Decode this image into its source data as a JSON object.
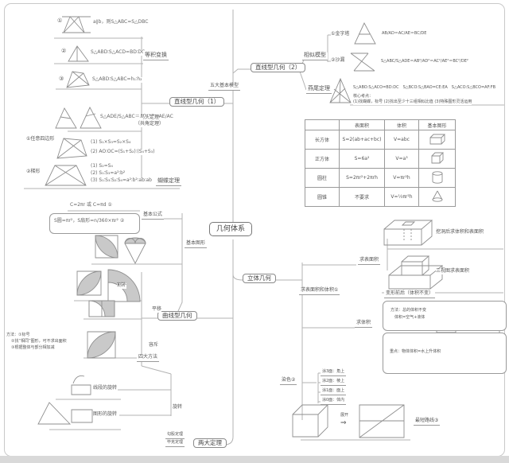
{
  "colors": {
    "line": "#b3b3b3",
    "sketch": "#8f8f8f",
    "shade": "#c9c9c9",
    "strip": "#d9d9d9",
    "text": "#555555"
  },
  "center": {
    "label": "几何体系"
  },
  "trunk": {
    "five_models": "五大基本模型"
  },
  "line1": {
    "node": "直线型几何（1）",
    "equal_area": {
      "label": "等积变换",
      "items": [
        {
          "no": "①",
          "formula": "a∥b，则S△ABC=S△DBC"
        },
        {
          "no": "②",
          "formula": "S△ABD∶S△ACD=BD∶DC"
        },
        {
          "no": "③",
          "formula": "S△ABD∶S△ABC=h₁∶h₂"
        }
      ]
    },
    "birdhead": {
      "label1": "鸟头定理",
      "label2": "（共角定理）",
      "formula": "S△ADE/S△ABC＝AD/AB×AE/AC"
    },
    "butterfly": {
      "label": "蝴蝶定理",
      "quad": {
        "label": "①任意四边形",
        "f1": "(1) S₁×S₃=S₂×S₄",
        "f2": "(2) AO∶OC=(S₁+S₂)∶(S₄+S₃)"
      },
      "trapezoid": {
        "label": "②梯形",
        "f1": "(1) S₂=S₄",
        "f2": "(2) S₁∶S₃=a²∶b²",
        "f3": "(3) S₁∶S₃∶S₂∶S₄=a²∶b²∶ab∶ab"
      }
    }
  },
  "line2": {
    "node": "直线型几何（2）",
    "similar": {
      "label": "相似模型",
      "pyramid": {
        "label": "①金字塔",
        "formula": "AB/AD＝AC/AE＝BC/DE"
      },
      "hourglass": {
        "label": "②沙漏",
        "formula": "S△ABC/S△ADE＝AB²/AD²＝AC²/AE²＝BC²/DE²"
      }
    },
    "swallow": {
      "label": "燕尾定理",
      "formula": "S△ABO:S△ACO=BD:DC　S△BCO:S△BAO=CE:EA　S△ACO:S△BCO=AF:FB",
      "note1": "核心考点：",
      "note2": "(1)找蝴蝶，标号 (2)找出至少十三组相似比值 (3)特殊图形灵活运用"
    }
  },
  "table": {
    "headers": [
      "",
      "表面积",
      "体积",
      "基本图形"
    ],
    "rows": [
      {
        "name": "长方体",
        "surface": "S=2(ab+ac+bc)",
        "volume": "V=abc",
        "icon": "cuboid-icon"
      },
      {
        "name": "正方体",
        "surface": "S=6a²",
        "volume": "V=a³",
        "icon": "cube-icon"
      },
      {
        "name": "圆柱",
        "surface": "S=2πr²+2πrh",
        "volume": "V=πr²h",
        "icon": "cylinder-icon"
      },
      {
        "name": "圆锥",
        "surface": "不要求",
        "volume": "V=⅓πr²h",
        "icon": "cone-icon"
      }
    ]
  },
  "solid": {
    "node": "立体几何",
    "branch": "求表面积和体积①",
    "surface": {
      "label": "求表面积",
      "fig1": "挖洞后求体积和表面积",
      "fig2": "三视图求表面积"
    },
    "volume": {
      "label": "求体积",
      "heading": "变形前后（体积不变）",
      "m1": "方法：总的体积不变",
      "m2": "体积=空气+液体",
      "key": "重点：物体体积=水上升体积"
    },
    "paint": {
      "label": "染色②",
      "lines": [
        "涂3面：角上",
        "涂2面：棱上",
        "涂1面：面上",
        "涂0面：体内"
      ]
    },
    "unfold": {
      "word": "展开",
      "arrow": "⇒",
      "label": "最短路线③"
    }
  },
  "curve": {
    "node": "曲线型几何",
    "formulas": {
      "label": "基本公式",
      "f1": "C=2πr 或 C=πd ①",
      "f2": "S圆=πr²，S扇形=n/360×πr² ②"
    },
    "figures": {
      "label": "基本图形"
    },
    "methods": {
      "label": "四大方法",
      "m1": "割补",
      "m2": "平移",
      "m3": "容斥"
    },
    "note": {
      "l1": "方法：①标号",
      "l2": "②找“相同”图形，可不求出面积",
      "l3": "③根据整体与部分相加减"
    },
    "rotate": {
      "label": "旋转",
      "seg": "线段的旋转",
      "fig": "图形的旋转"
    }
  },
  "bottom": {
    "node": "两大定理",
    "t1": "勾股定理",
    "t2": "毕克定理"
  }
}
